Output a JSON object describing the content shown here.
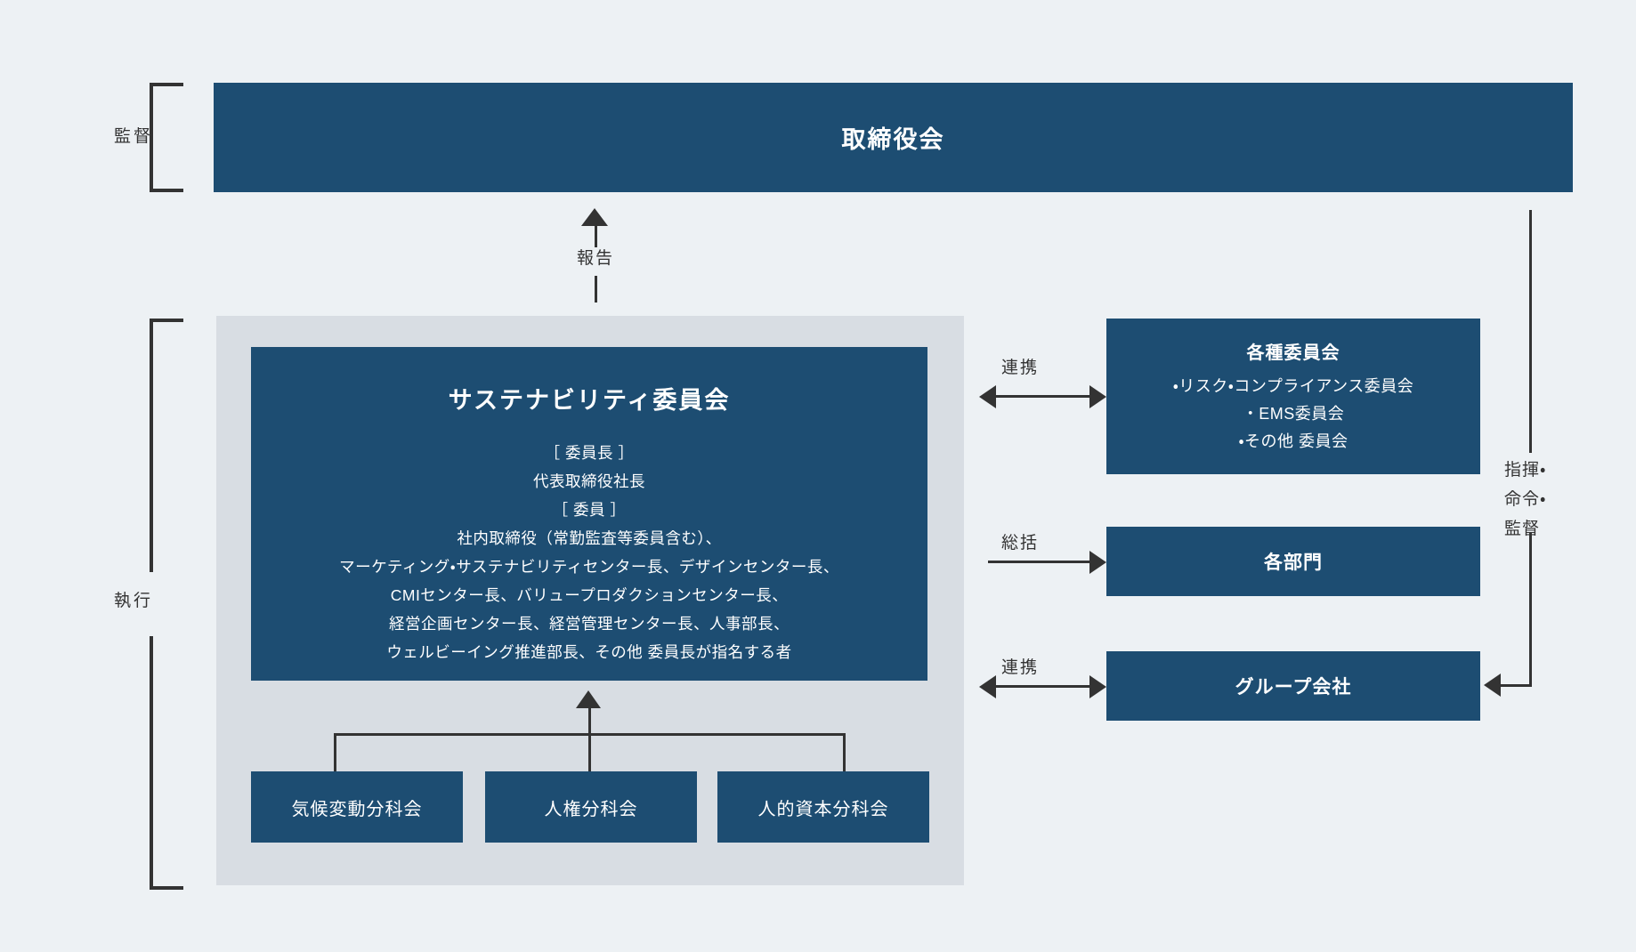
{
  "colors": {
    "background": "#edf1f4",
    "box_fill": "#1d4d72",
    "panel_fill": "#d8dde3",
    "line": "#333333",
    "box_text": "#ffffff"
  },
  "board": {
    "title": "取締役会"
  },
  "brackets": {
    "supervise_label": "監督",
    "execute_label": "執行"
  },
  "report": {
    "label": "報告"
  },
  "sustainability": {
    "title": "サステナビリティ委員会",
    "members": [
      "［ 委員長 ］",
      "代表取締役社長",
      "［ 委員 ］",
      "社内取締役（常勤監査等委員含む）、",
      "マーケティング・サステナビリティセンター長、デザインセンター長、",
      "CMIセンター長、バリュープロダクションセンター長、",
      "経営企画センター長、経営管理センター長、人事部長、",
      "ウェルビーイング推進部長、その他 委員長が指名する者"
    ]
  },
  "subcommittees": [
    {
      "label": "気候変動分科会"
    },
    {
      "label": "人権分科会"
    },
    {
      "label": "人的資本分科会"
    }
  ],
  "right_column": {
    "committees": {
      "title": "各種委員会",
      "items": [
        "・リスク・コンプライアンス委員会",
        "・EMS委員会",
        "・その他  委員会"
      ]
    },
    "departments": {
      "title": "各部門"
    },
    "group_companies": {
      "title": "グループ会社"
    }
  },
  "connectors": {
    "committees_label": "連携",
    "departments_label": "総括",
    "group_label": "連携",
    "command_lines": [
      "指揮・",
      "命令・",
      "監督"
    ]
  }
}
